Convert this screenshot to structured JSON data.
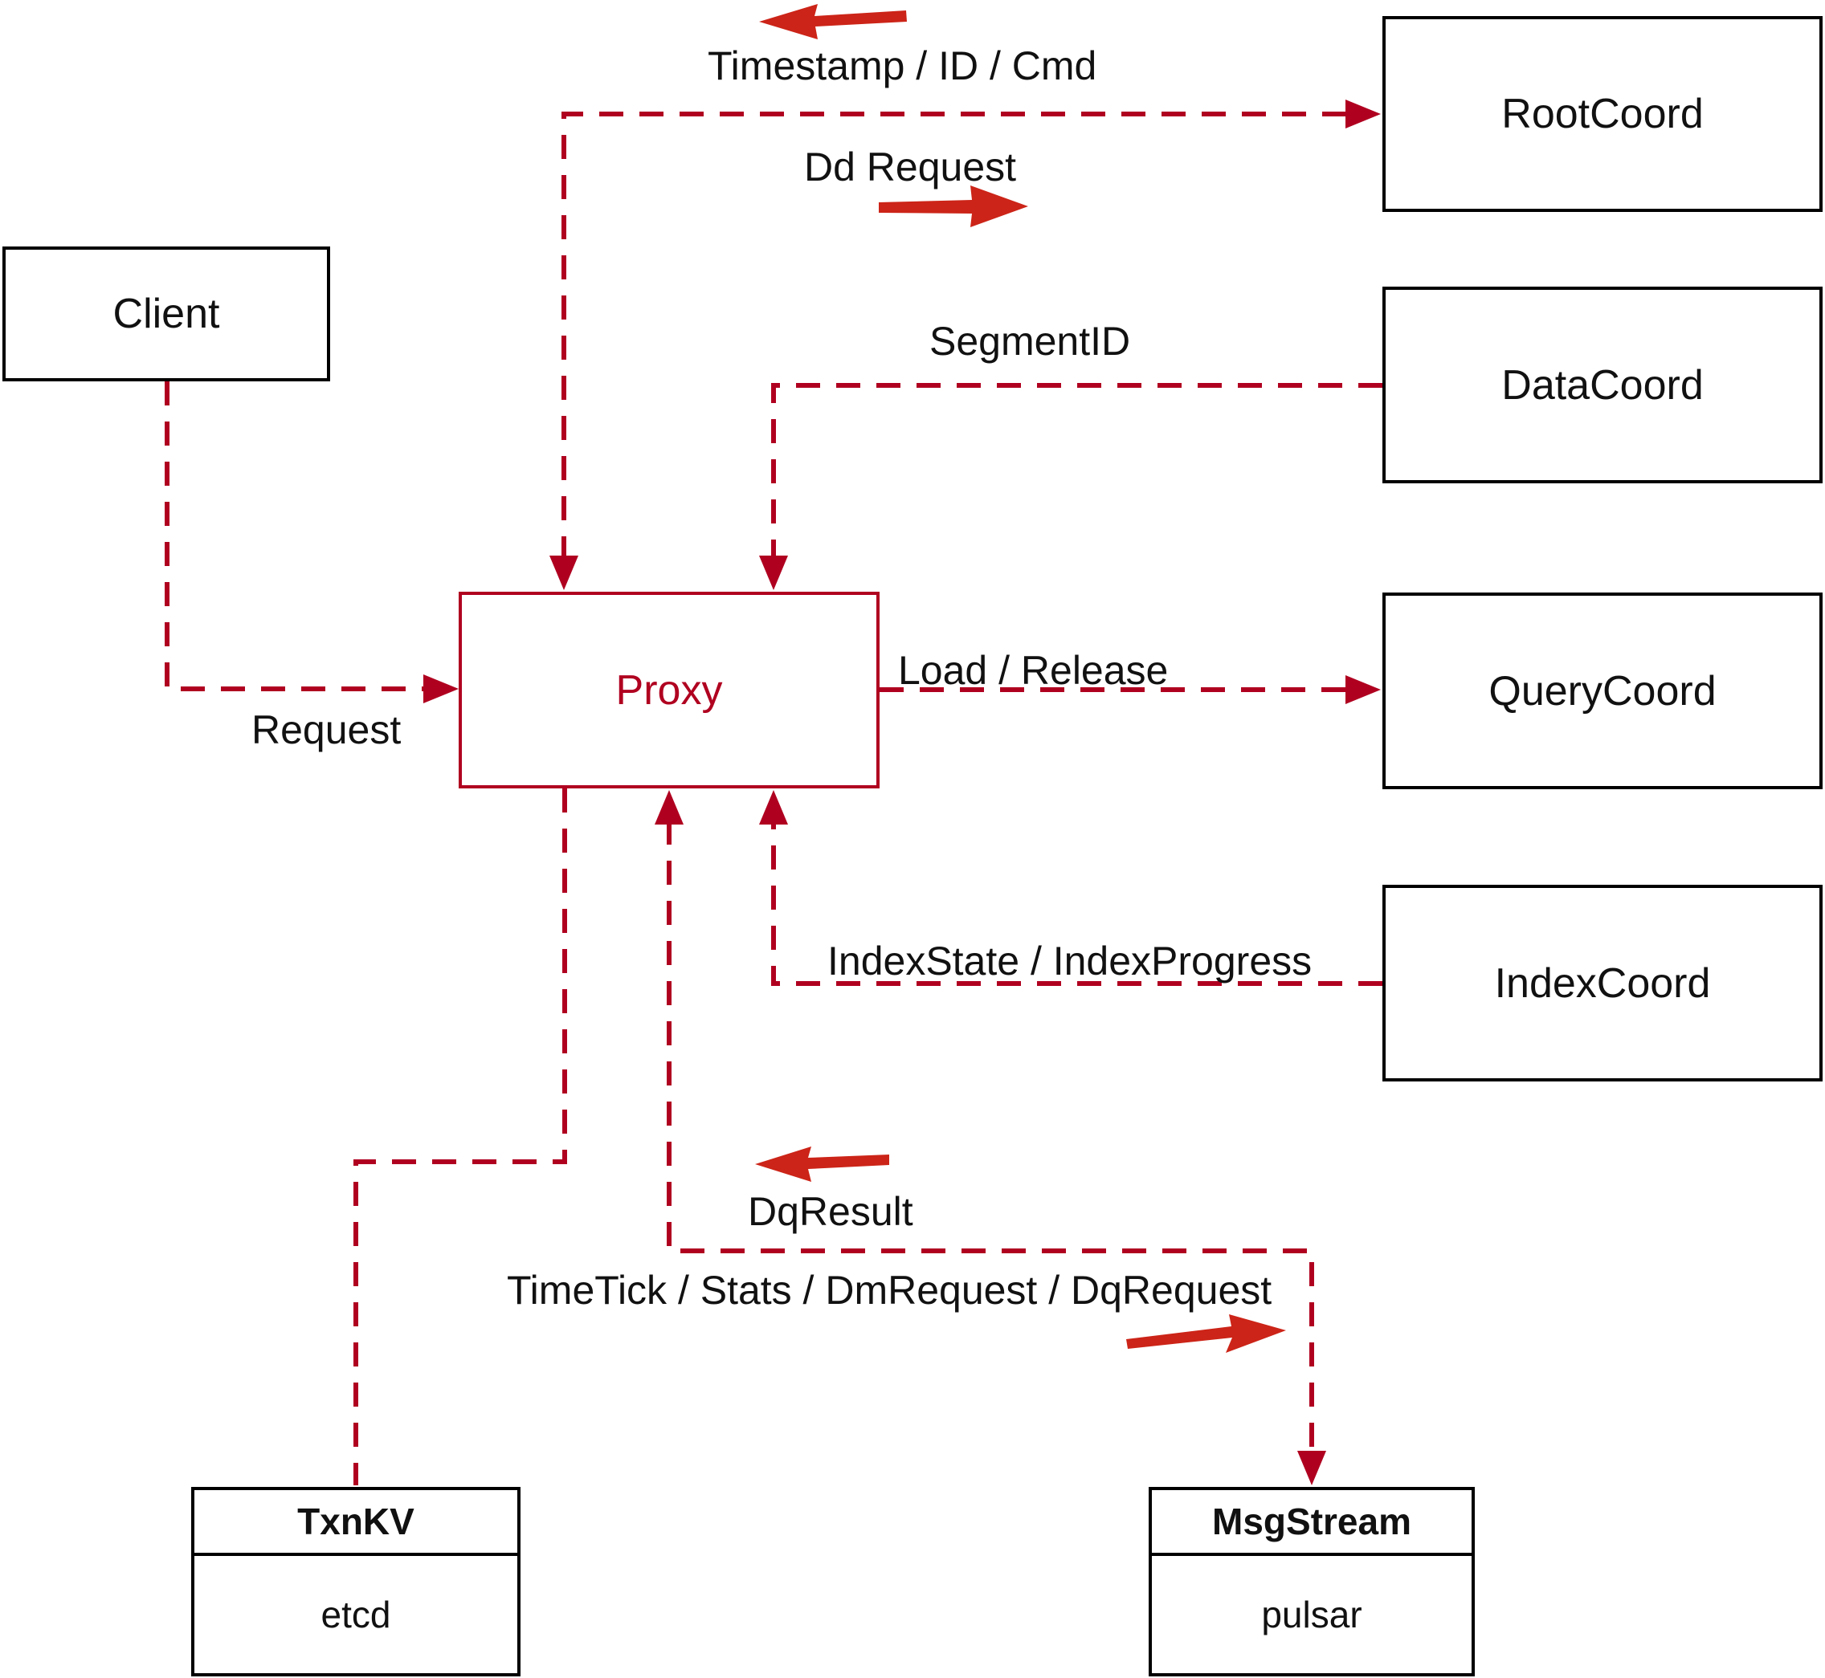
{
  "nodes": {
    "client": {
      "label": "Client"
    },
    "proxy": {
      "label": "Proxy"
    },
    "rootcoord": {
      "label": "RootCoord"
    },
    "datacoord": {
      "label": "DataCoord"
    },
    "querycoord": {
      "label": "QueryCoord"
    },
    "indexcoord": {
      "label": "IndexCoord"
    },
    "txnkv": {
      "title": "TxnKV",
      "impl": "etcd"
    },
    "msgstream": {
      "title": "MsgStream",
      "impl": "pulsar"
    }
  },
  "edges": {
    "request": {
      "label": "Request"
    },
    "timestamp_id_cmd": {
      "label": "Timestamp / ID / Cmd"
    },
    "dd_request": {
      "label": "Dd Request"
    },
    "segment_id": {
      "label": "SegmentID"
    },
    "load_release": {
      "label": "Load / Release"
    },
    "index_state": {
      "label": "IndexState / IndexProgress"
    },
    "dq_result": {
      "label": "DqResult"
    },
    "time_tick": {
      "label": "TimeTick / Stats / DmRequest / DqRequest"
    }
  },
  "colors": {
    "dashed_line": "#b00020",
    "solid_arrow": "#cc2418",
    "box_border": "#000000",
    "label_text": "#111111",
    "proxy_accent": "#b00020",
    "background": "#ffffff"
  }
}
